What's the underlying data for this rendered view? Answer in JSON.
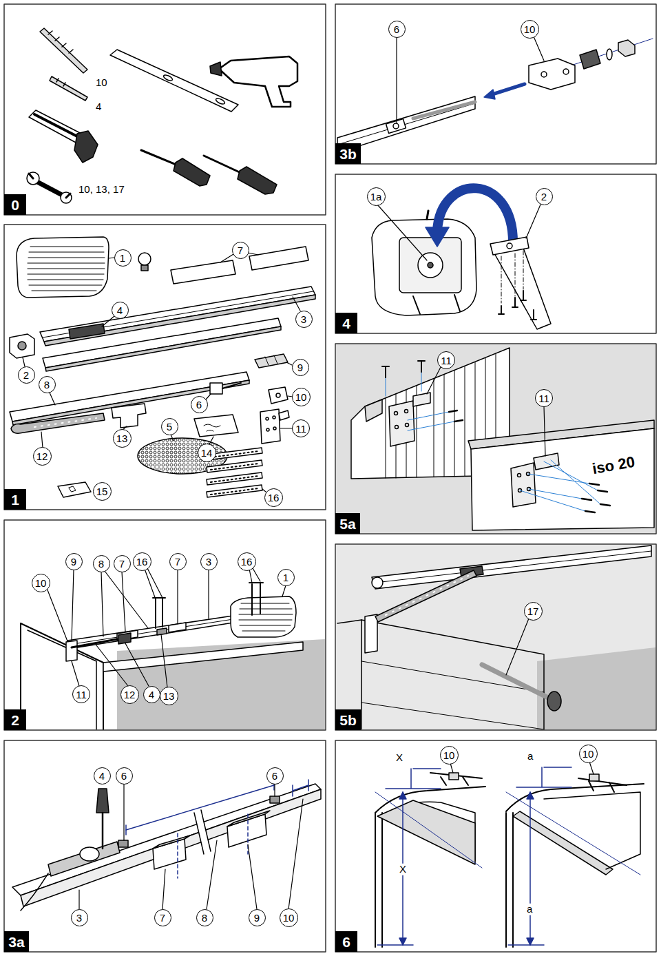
{
  "diagram": {
    "nodes": [
      {
        "text": [
          "0"
        ]
      },
      {
        "text": [
          "1"
        ]
      },
      {
        "text": [
          "1"
        ]
      },
      {
        "text": [
          "7"
        ]
      },
      {
        "text": [
          "4"
        ]
      },
      {
        "text": [
          "3"
        ]
      },
      {
        "text": [
          "9"
        ]
      },
      {
        "text": [
          "2"
        ]
      },
      {
        "text": [
          "8"
        ]
      },
      {
        "text": [
          "6"
        ]
      },
      {
        "text": [
          "10"
        ]
      },
      {
        "text": [
          "5"
        ]
      },
      {
        "text": [
          "11"
        ]
      },
      {
        "text": [
          "13"
        ]
      },
      {
        "text": [
          "14"
        ]
      },
      {
        "text": [
          "12"
        ]
      },
      {
        "text": [
          "15"
        ]
      },
      {
        "text": [
          "16"
        ]
      },
      {
        "text": [
          "2"
        ]
      },
      {
        "text": [
          "9"
        ]
      },
      {
        "text": [
          "8"
        ]
      },
      {
        "text": [
          "7"
        ]
      },
      {
        "text": [
          "16"
        ]
      },
      {
        "text": [
          "7"
        ]
      },
      {
        "text": [
          "3"
        ]
      },
      {
        "text": [
          "16"
        ]
      },
      {
        "text": [
          "1"
        ]
      },
      {
        "text": [
          "10"
        ]
      },
      {
        "text": [
          "11"
        ]
      },
      {
        "text": [
          "12"
        ]
      },
      {
        "text": [
          "4"
        ]
      },
      {
        "text": [
          "13"
        ]
      },
      {
        "text": [
          "3a"
        ]
      },
      {
        "text": [
          "4"
        ]
      },
      {
        "text": [
          "6"
        ]
      },
      {
        "text": [
          "6"
        ]
      },
      {
        "text": [
          "3"
        ]
      },
      {
        "text": [
          "7"
        ]
      },
      {
        "text": [
          "8"
        ]
      },
      {
        "text": [
          "9"
        ]
      },
      {
        "text": [
          "10"
        ]
      },
      {
        "text": [
          "3b"
        ]
      },
      {
        "text": [
          "6"
        ]
      },
      {
        "text": [
          "10"
        ]
      },
      {
        "text": [
          "4"
        ]
      },
      {
        "text": [
          "1a"
        ]
      },
      {
        "text": [
          "2"
        ]
      },
      {
        "text": [
          "5a"
        ]
      },
      {
        "text": [
          "11"
        ]
      },
      {
        "text": [
          "11"
        ]
      },
      {
        "text": [
          "5b"
        ]
      },
      {
        "text": [
          "17"
        ]
      },
      {
        "text": [
          "6"
        ]
      },
      {
        "text": [
          "10"
        ]
      },
      {
        "text": [
          "10"
        ]
      }
    ],
    "labels": [
      "10",
      "4",
      "10, 13, 17",
      "iso 20",
      "X",
      "a",
      "X",
      "a"
    ]
  }
}
